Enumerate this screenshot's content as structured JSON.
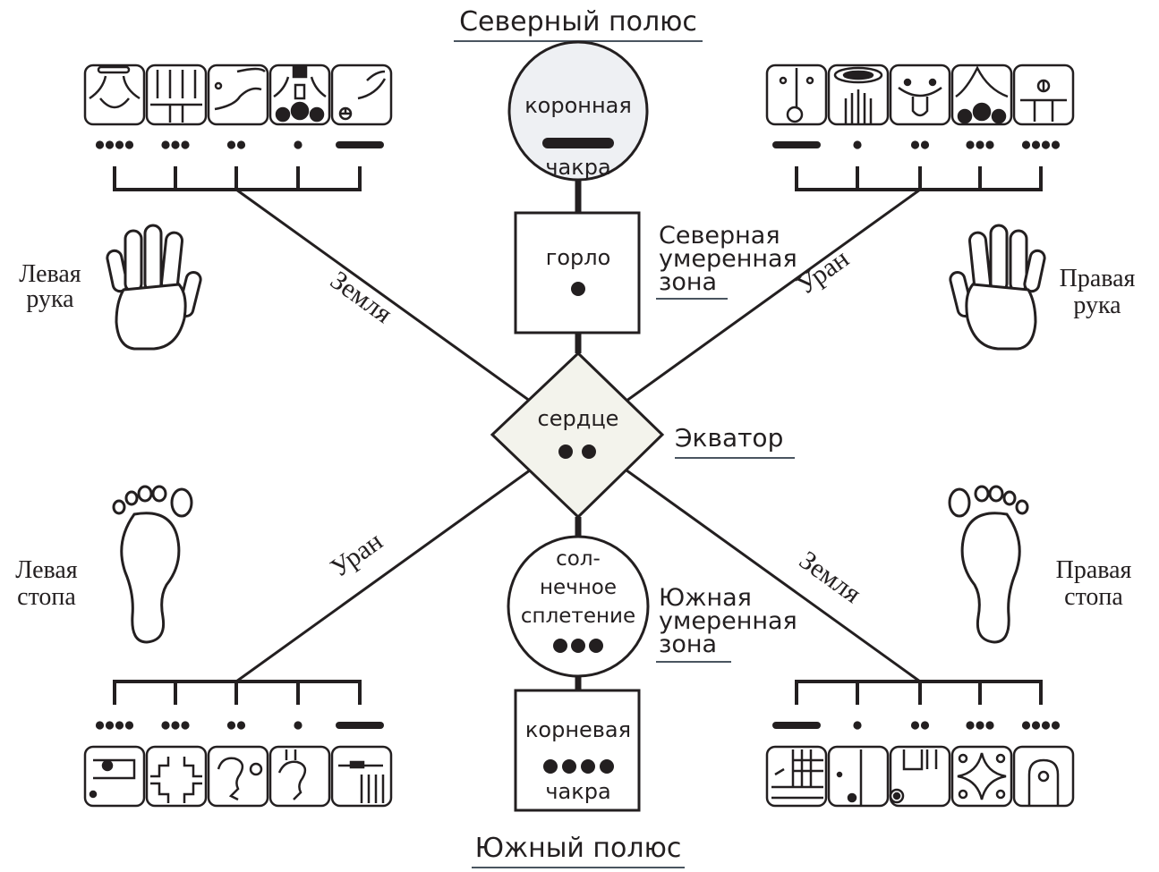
{
  "title_top": "Северный полюс",
  "title_bottom": "Южный полюс",
  "chakras": {
    "crown": {
      "line1": "коронная",
      "line2": "чакра"
    },
    "throat": {
      "label": "горло"
    },
    "heart": {
      "label": "сердце"
    },
    "solar": {
      "line1": "сол-",
      "line2": "нечное",
      "line3": "сплетение"
    },
    "root": {
      "line1": "корневая",
      "line2": "чакра"
    }
  },
  "zones": {
    "north": [
      "Северная",
      "умеренная",
      "зона"
    ],
    "equator": "Экватор",
    "south": [
      "Южная",
      "умеренная",
      "зона"
    ]
  },
  "axes": {
    "upper_left": "Земля",
    "upper_right": "Уран",
    "lower_left": "Уран",
    "lower_right": "Земля"
  },
  "limbs": {
    "left_hand": [
      "Левая",
      "рука"
    ],
    "right_hand": [
      "Правая",
      "рука"
    ],
    "left_foot": [
      "Левая",
      "стопа"
    ],
    "right_foot": [
      "Правая",
      "стопа"
    ]
  },
  "glyph_groups": {
    "top_left": [
      4,
      3,
      2,
      1,
      5
    ],
    "top_right": [
      5,
      1,
      2,
      3,
      4
    ],
    "bottom_left": [
      4,
      3,
      2,
      1,
      5
    ],
    "bottom_right": [
      5,
      1,
      2,
      3,
      4
    ]
  },
  "colors": {
    "line": "#231f20",
    "circle_fill": "#eef0f3",
    "diamond_fill": "#f3f3ec",
    "underline": "#4a5560"
  }
}
